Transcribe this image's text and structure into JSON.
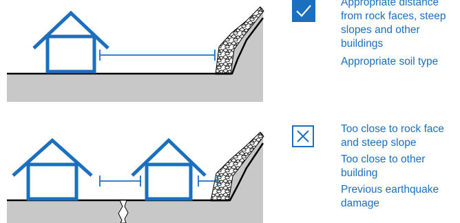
{
  "colors": {
    "accent": "#1a6fbf",
    "ground": "#c8c8c8",
    "line": "#000000"
  },
  "icons": {
    "good": "checkmark-icon",
    "bad": "cross-icon"
  },
  "good_example": {
    "items": [
      "Appropriate distance from rock faces, steep slopes and other buildings",
      "Appropriate soil type"
    ]
  },
  "bad_example": {
    "items": [
      "Too close to rock face and steep slope",
      "Too close to other building",
      "Previous earthquake damage"
    ]
  }
}
